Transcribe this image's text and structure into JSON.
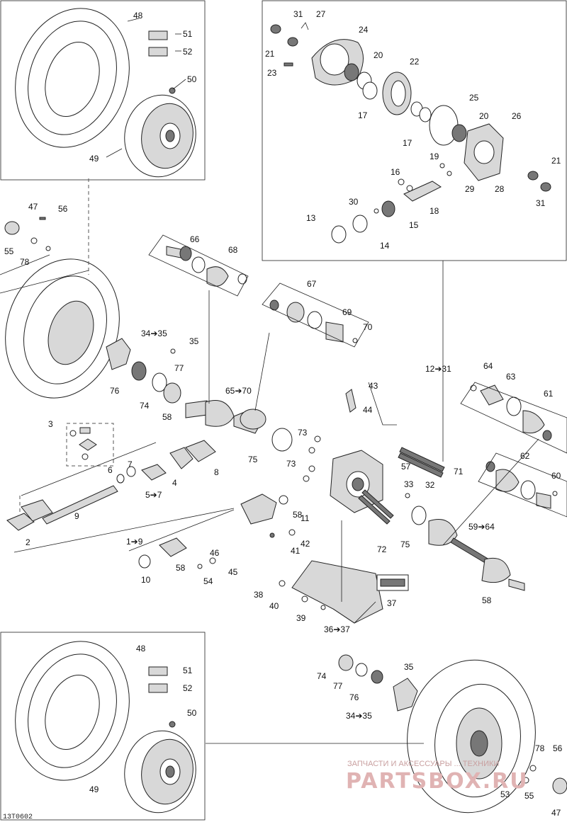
{
  "diagram_code": "13T0602",
  "watermark": {
    "line1": "ЗАПЧАСТИ И АКСЕССУАРЫ ... ТЕХНИКИ",
    "logo": "PARTSBOX.RU"
  },
  "callouts": {
    "c48a": "48",
    "c51a": "51",
    "c52a": "52",
    "c50a": "50",
    "c49a": "49",
    "c31a": "31",
    "c27": "27",
    "c24": "24",
    "c21a": "21",
    "c23": "23",
    "c20a": "20",
    "c22": "22",
    "c17a": "17",
    "c25": "25",
    "c20b": "20",
    "c26": "26",
    "c17b": "17",
    "c19": "19",
    "c21b": "21",
    "c16": "16",
    "c29": "29",
    "c28": "28",
    "c31b": "31",
    "c30": "30",
    "c18": "18",
    "c13": "13",
    "c15": "15",
    "c14": "14",
    "c47a": "47",
    "c56a": "56",
    "c55a": "55",
    "c78a": "78",
    "c66": "66",
    "c68": "68",
    "c67": "67",
    "c69": "69",
    "c70": "70",
    "c34a": "34➔35",
    "c35a": "35",
    "c77a": "77",
    "c76a": "76",
    "c74a": "74",
    "c58a": "58",
    "c65": "65➔70",
    "c12": "12➔31",
    "c64": "64",
    "c63": "63",
    "c61": "61",
    "c43": "43",
    "c44": "44",
    "c3": "3",
    "c8": "8",
    "c4": "4",
    "c7": "7",
    "c6": "6",
    "c5": "5➔7",
    "c9": "9",
    "c2": "2",
    "c1": "1➔9",
    "c73a": "73",
    "c75a": "75",
    "c73b": "73",
    "c57": "57",
    "c71": "71",
    "c33": "33",
    "c32": "32",
    "c62": "62",
    "c60": "60",
    "c11": "11",
    "c42": "42",
    "c41": "41",
    "c46": "46",
    "c45": "45",
    "c58b": "58",
    "c54": "54",
    "c10": "10",
    "c58c": "58",
    "c72": "72",
    "c75b": "75",
    "c59": "59➔64",
    "c58d": "58",
    "c37": "37",
    "c38": "38",
    "c40": "40",
    "c39": "39",
    "c36": "36➔37",
    "c48b": "48",
    "c51b": "51",
    "c52b": "52",
    "c50b": "50",
    "c49b": "49",
    "c35b": "35",
    "c74b": "74",
    "c77b": "77",
    "c76b": "76",
    "c34b": "34➔35",
    "c78b": "78",
    "c56b": "56",
    "c53": "53",
    "c55b": "55",
    "c47b": "47"
  }
}
